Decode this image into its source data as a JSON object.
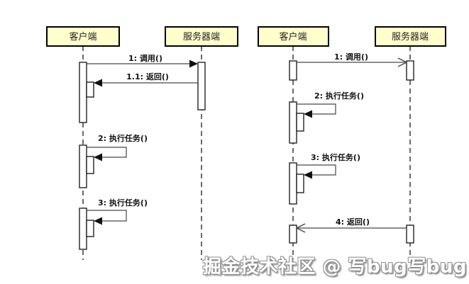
{
  "colors": {
    "actor_fill": "#FFFFCC",
    "actor_border": "#000000",
    "lifeline": "#2a2a2a",
    "message_line": "#474747",
    "text": "#111111",
    "background": "#ffffff"
  },
  "left_diagram": {
    "type": "uml-sequence",
    "actors": [
      {
        "label": "客户端"
      },
      {
        "label": "服务器端"
      }
    ],
    "messages": [
      {
        "label": "1: 调用()",
        "from": "客户端",
        "to": "服务器端",
        "arrow": "filled"
      },
      {
        "label": "1.1: 返回()",
        "from": "服务器端",
        "to": "客户端",
        "arrow": "filled"
      },
      {
        "label": "2: 执行任务()",
        "from": "客户端",
        "to": "客户端",
        "arrow": "filled"
      },
      {
        "label": "3: 执行任务()",
        "from": "客户端",
        "to": "客户端",
        "arrow": "filled"
      }
    ]
  },
  "right_diagram": {
    "type": "uml-sequence",
    "actors": [
      {
        "label": "客户端"
      },
      {
        "label": "服务器端"
      }
    ],
    "messages": [
      {
        "label": "1: 调用()",
        "from": "客户端",
        "to": "服务器端",
        "arrow": "open"
      },
      {
        "label": "2: 执行任务()",
        "from": "客户端",
        "to": "客户端",
        "arrow": "filled"
      },
      {
        "label": "3: 执行任务()",
        "from": "客户端",
        "to": "客户端",
        "arrow": "filled"
      },
      {
        "label": "4: 返回()",
        "from": "服务器端",
        "to": "客户端",
        "arrow": "open"
      }
    ]
  },
  "watermark": {
    "text": "掘金技术社区 @ 写bug写bug"
  }
}
